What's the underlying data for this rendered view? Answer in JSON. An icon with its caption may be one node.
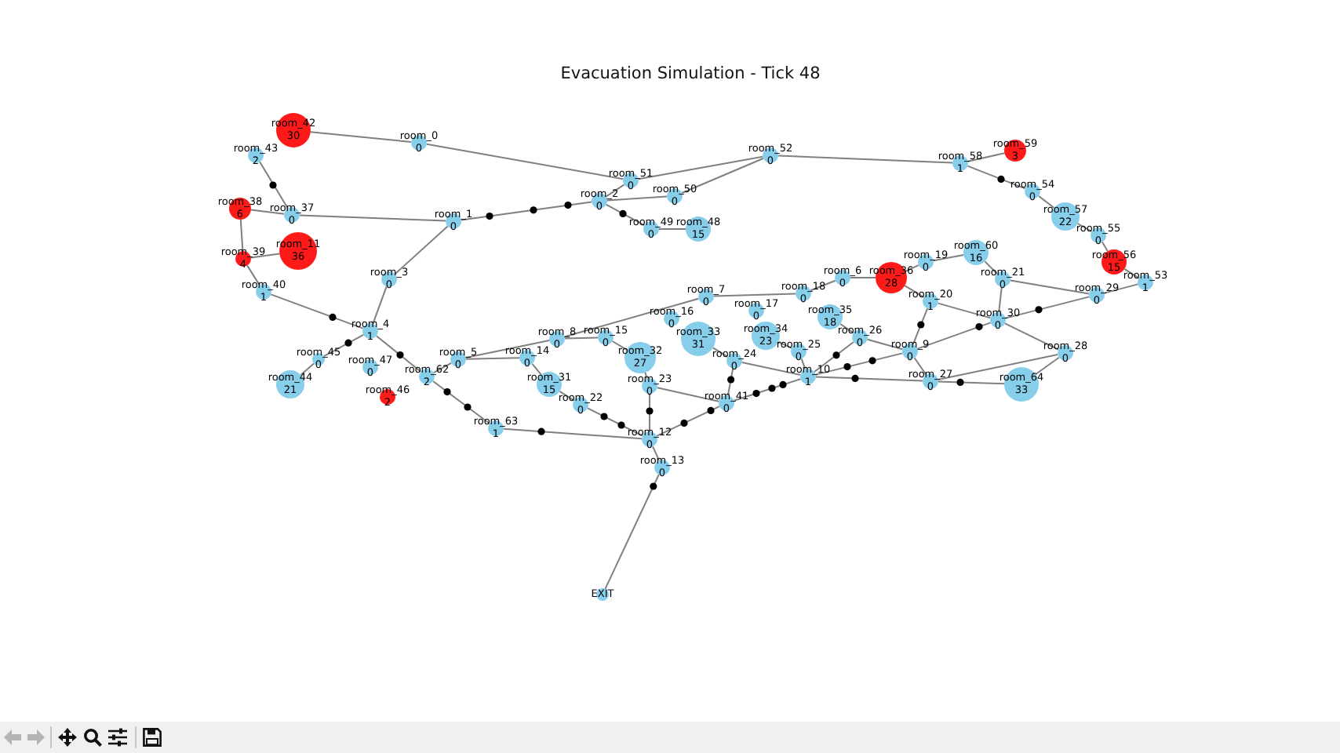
{
  "diagram": {
    "title": "Evacuation Simulation - Tick 48",
    "nodes": [
      {
        "text": [
          "room_0",
          "0"
        ]
      },
      {
        "text": [
          "room_1",
          "0"
        ]
      },
      {
        "text": [
          "room_2",
          "0"
        ]
      },
      {
        "text": [
          "room_3",
          "0"
        ]
      },
      {
        "text": [
          "room_4",
          "1"
        ]
      },
      {
        "text": [
          "room_5",
          "0"
        ]
      },
      {
        "text": [
          "room_6",
          "0"
        ]
      },
      {
        "text": [
          "room_7",
          "0"
        ]
      },
      {
        "text": [
          "room_8",
          "0"
        ]
      },
      {
        "text": [
          "room_9",
          "0"
        ]
      },
      {
        "text": [
          "room_10",
          "1"
        ]
      },
      {
        "text": [
          "room_11",
          "36"
        ]
      },
      {
        "text": [
          "room_12",
          "0"
        ]
      },
      {
        "text": [
          "room_13",
          "0"
        ]
      },
      {
        "text": [
          "room_14",
          "0"
        ]
      },
      {
        "text": [
          "room_15",
          "0"
        ]
      },
      {
        "text": [
          "room_16",
          "0"
        ]
      },
      {
        "text": [
          "room_17",
          "0"
        ]
      },
      {
        "text": [
          "room_18",
          "0"
        ]
      },
      {
        "text": [
          "room_19",
          "0"
        ]
      },
      {
        "text": [
          "room_20",
          "1"
        ]
      },
      {
        "text": [
          "room_21",
          "0"
        ]
      },
      {
        "text": [
          "room_22",
          "0"
        ]
      },
      {
        "text": [
          "room_23",
          "0"
        ]
      },
      {
        "text": [
          "room_24",
          "0"
        ]
      },
      {
        "text": [
          "room_25",
          "0"
        ]
      },
      {
        "text": [
          "room_26",
          "0"
        ]
      },
      {
        "text": [
          "room_27",
          "0"
        ]
      },
      {
        "text": [
          "room_28",
          "0"
        ]
      },
      {
        "text": [
          "room_29",
          "0"
        ]
      },
      {
        "text": [
          "room_30",
          "0"
        ]
      },
      {
        "text": [
          "room_31",
          "15"
        ]
      },
      {
        "text": [
          "room_32",
          "27"
        ]
      },
      {
        "text": [
          "room_33",
          "31"
        ]
      },
      {
        "text": [
          "room_34",
          "23"
        ]
      },
      {
        "text": [
          "room_35",
          "18"
        ]
      },
      {
        "text": [
          "room_36",
          "28"
        ]
      },
      {
        "text": [
          "room_37",
          "0"
        ]
      },
      {
        "text": [
          "room_38",
          "6"
        ]
      },
      {
        "text": [
          "room_39",
          "4"
        ]
      },
      {
        "text": [
          "room_40",
          "1"
        ]
      },
      {
        "text": [
          "room_41",
          "0"
        ]
      },
      {
        "text": [
          "room_42",
          "30"
        ]
      },
      {
        "text": [
          "room_43",
          "2"
        ]
      },
      {
        "text": [
          "room_44",
          "21"
        ]
      },
      {
        "text": [
          "room_45",
          "0"
        ]
      },
      {
        "text": [
          "room_46",
          "2"
        ]
      },
      {
        "text": [
          "room_47",
          "0"
        ]
      },
      {
        "text": [
          "room_48",
          "15"
        ]
      },
      {
        "text": [
          "room_49",
          "0"
        ]
      },
      {
        "text": [
          "room_50",
          "0"
        ]
      },
      {
        "text": [
          "room_51",
          "0"
        ]
      },
      {
        "text": [
          "room_52",
          "0"
        ]
      },
      {
        "text": [
          "room_53",
          "1"
        ]
      },
      {
        "text": [
          "room_54",
          "0"
        ]
      },
      {
        "text": [
          "room_55",
          "0"
        ]
      },
      {
        "text": [
          "room_56",
          "15"
        ]
      },
      {
        "text": [
          "room_57",
          "22"
        ]
      },
      {
        "text": [
          "room_58",
          "1"
        ]
      },
      {
        "text": [
          "room_59",
          "3"
        ]
      },
      {
        "text": [
          "room_60",
          "16"
        ]
      },
      {
        "text": [
          "room_62",
          "2"
        ]
      },
      {
        "text": [
          "room_63",
          "1"
        ]
      },
      {
        "text": [
          "room_64",
          "33"
        ]
      },
      {
        "text": [
          "EXIT"
        ]
      }
    ],
    "edges": [
      {
        "from": 42,
        "to": 0,
        "arrow": "none"
      },
      {
        "from": 0,
        "to": 51,
        "arrow": "none"
      },
      {
        "from": 43,
        "to": 37,
        "arrow": "none"
      },
      {
        "from": 37,
        "to": 1,
        "arrow": "none"
      },
      {
        "from": 37,
        "to": 38,
        "arrow": "none"
      },
      {
        "from": 38,
        "to": 39,
        "arrow": "none"
      },
      {
        "from": 39,
        "to": 11,
        "arrow": "none"
      },
      {
        "from": 39,
        "to": 40,
        "arrow": "none"
      },
      {
        "from": 40,
        "to": 4,
        "arrow": "none"
      },
      {
        "from": 1,
        "to": 3,
        "arrow": "none"
      },
      {
        "from": 1,
        "to": 2,
        "arrow": "none"
      },
      {
        "from": 3,
        "to": 4,
        "arrow": "none"
      },
      {
        "from": 4,
        "to": 45,
        "arrow": "none"
      },
      {
        "from": 45,
        "to": 44,
        "arrow": "none"
      },
      {
        "from": 4,
        "to": 61,
        "arrow": "none"
      },
      {
        "from": 61,
        "to": 5,
        "arrow": "none"
      },
      {
        "from": 5,
        "to": 14,
        "arrow": "none"
      },
      {
        "from": 5,
        "to": 8,
        "arrow": "none"
      },
      {
        "from": 8,
        "to": 7,
        "arrow": "none"
      },
      {
        "from": 7,
        "to": 18,
        "arrow": "none"
      },
      {
        "from": 18,
        "to": 6,
        "arrow": "none"
      },
      {
        "from": 8,
        "to": 15,
        "arrow": "none"
      },
      {
        "from": 15,
        "to": 32,
        "arrow": "none"
      },
      {
        "from": 14,
        "to": 31,
        "arrow": "none"
      },
      {
        "from": 31,
        "to": 22,
        "arrow": "none"
      },
      {
        "from": 22,
        "to": 12,
        "arrow": "none"
      },
      {
        "from": 61,
        "to": 62,
        "arrow": "none"
      },
      {
        "from": 62,
        "to": 12,
        "arrow": "none"
      },
      {
        "from": 32,
        "to": 23,
        "arrow": "none"
      },
      {
        "from": 23,
        "to": 12,
        "arrow": "none"
      },
      {
        "from": 23,
        "to": 41,
        "arrow": "none"
      },
      {
        "from": 41,
        "to": 12,
        "arrow": "none"
      },
      {
        "from": 41,
        "to": 24,
        "arrow": "none"
      },
      {
        "from": 41,
        "to": 10,
        "arrow": "none"
      },
      {
        "from": 24,
        "to": 10,
        "arrow": "none"
      },
      {
        "from": 33,
        "to": 24,
        "arrow": "none"
      },
      {
        "from": 25,
        "to": 10,
        "arrow": "none"
      },
      {
        "from": 34,
        "to": 25,
        "arrow": "none"
      },
      {
        "from": 35,
        "to": 26,
        "arrow": "none"
      },
      {
        "from": 26,
        "to": 10,
        "arrow": "none"
      },
      {
        "from": 26,
        "to": 9,
        "arrow": "none"
      },
      {
        "from": 10,
        "to": 9,
        "arrow": "none"
      },
      {
        "from": 9,
        "to": 30,
        "arrow": "none"
      },
      {
        "from": 10,
        "to": 27,
        "arrow": "none"
      },
      {
        "from": 9,
        "to": 27,
        "arrow": "none"
      },
      {
        "from": 27,
        "to": 63,
        "arrow": "none"
      },
      {
        "from": 27,
        "to": 28,
        "arrow": "none"
      },
      {
        "from": 63,
        "to": 28,
        "arrow": "none"
      },
      {
        "from": 30,
        "to": 28,
        "arrow": "none"
      },
      {
        "from": 30,
        "to": 29,
        "arrow": "none"
      },
      {
        "from": 20,
        "to": 30,
        "arrow": "none"
      },
      {
        "from": 20,
        "to": 9,
        "arrow": "none"
      },
      {
        "from": 36,
        "to": 20,
        "arrow": "none"
      },
      {
        "from": 6,
        "to": 36,
        "arrow": "none"
      },
      {
        "from": 36,
        "to": 19,
        "arrow": "none"
      },
      {
        "from": 19,
        "to": 60,
        "arrow": "none"
      },
      {
        "from": 60,
        "to": 21,
        "arrow": "none"
      },
      {
        "from": 21,
        "to": 30,
        "arrow": "none"
      },
      {
        "from": 21,
        "to": 29,
        "arrow": "none"
      },
      {
        "from": 29,
        "to": 53,
        "arrow": "none"
      },
      {
        "from": 53,
        "to": 56,
        "arrow": "none"
      },
      {
        "from": 56,
        "to": 55,
        "arrow": "none"
      },
      {
        "from": 55,
        "to": 57,
        "arrow": "none"
      },
      {
        "from": 57,
        "to": 54,
        "arrow": "none"
      },
      {
        "from": 54,
        "to": 58,
        "arrow": "none"
      },
      {
        "from": 58,
        "to": 59,
        "arrow": "none"
      },
      {
        "from": 52,
        "to": 58,
        "arrow": "none"
      },
      {
        "from": 51,
        "to": 52,
        "arrow": "none"
      },
      {
        "from": 52,
        "to": 50,
        "arrow": "none"
      },
      {
        "from": 2,
        "to": 51,
        "arrow": "none"
      },
      {
        "from": 2,
        "to": 50,
        "arrow": "none"
      },
      {
        "from": 2,
        "to": 49,
        "arrow": "none"
      },
      {
        "from": 49,
        "to": 48,
        "arrow": "none"
      },
      {
        "from": 12,
        "to": 13,
        "arrow": "none"
      },
      {
        "from": 13,
        "to": 64,
        "arrow": "none"
      }
    ]
  }
}
